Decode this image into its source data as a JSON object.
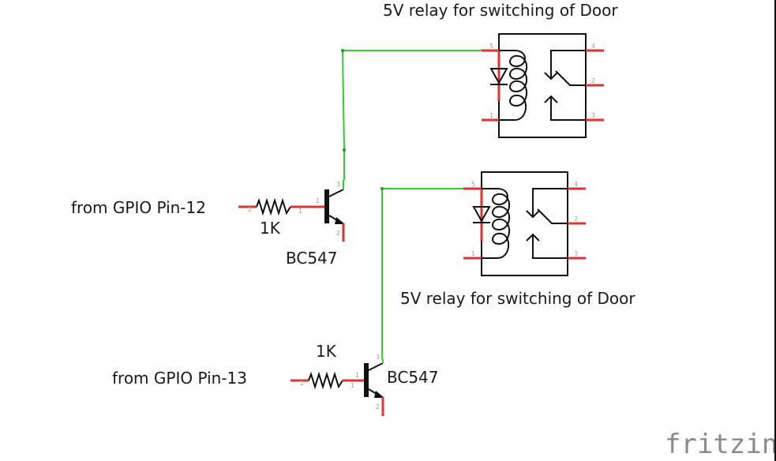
{
  "diagram": {
    "labels": {
      "relay1_title": "5V relay for switching of Door",
      "relay2_title": "5V relay for switching of Door",
      "gpio1": "from GPIO Pin-12",
      "gpio2": "from GPIO Pin-13",
      "res1": "1K",
      "res2": "1K",
      "q1": "BC547",
      "q2": "BC547"
    },
    "relay_pins": {
      "p1": "1",
      "p2": "2",
      "p3": "3",
      "p4": "4",
      "p5": "5",
      "d1": "1",
      "d2": "2"
    },
    "transistor_pins": {
      "b": "1",
      "c": "3",
      "e": "2"
    },
    "resistor_pins": {
      "a": "1",
      "b": "2"
    },
    "logo": "fritzing",
    "colors": {
      "wire": "#33cc33",
      "leg": "#dd3333",
      "body": "#111111"
    }
  }
}
